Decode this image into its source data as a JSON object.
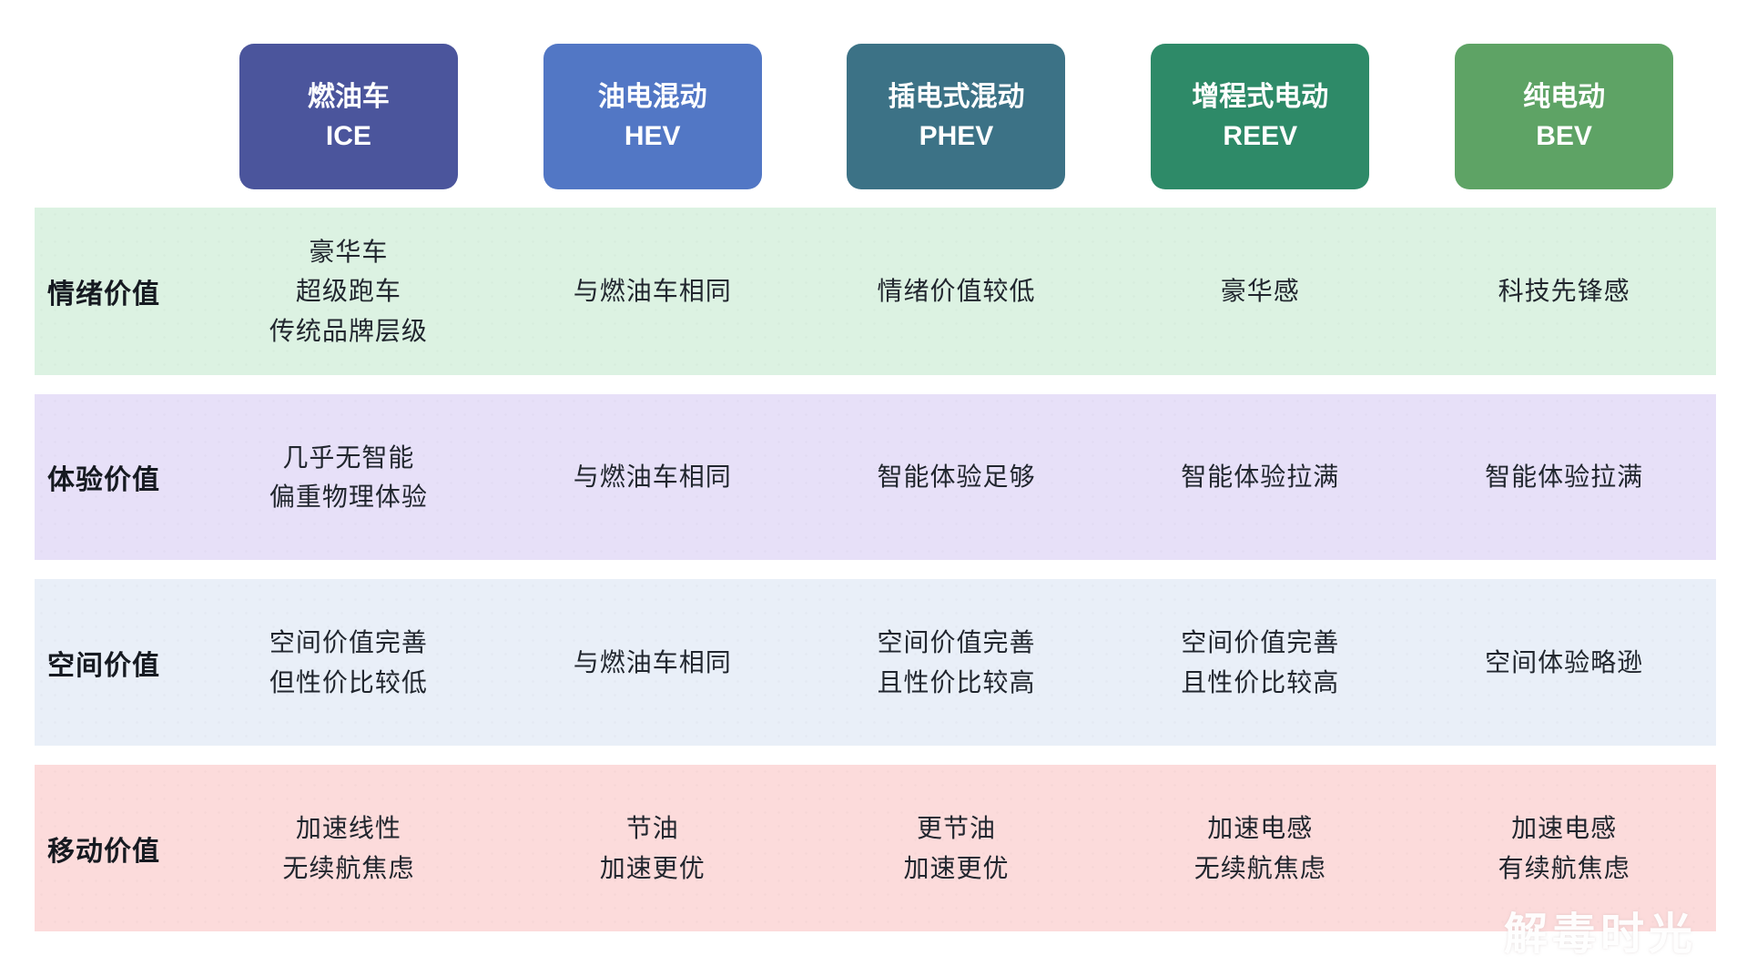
{
  "watermark": "解毒时光",
  "columns": [
    {
      "name": "燃油车",
      "code": "ICE",
      "color": "#4b559c"
    },
    {
      "name": "油电混动",
      "code": "HEV",
      "color": "#5277c5"
    },
    {
      "name": "插电式混动",
      "code": "PHEV",
      "color": "#3c7286"
    },
    {
      "name": "增程式电动",
      "code": "REEV",
      "color": "#2e8a68"
    },
    {
      "name": "纯电动",
      "code": "BEV",
      "color": "#5ea365"
    }
  ],
  "rows": [
    {
      "label": "情绪价值",
      "bg": "#dcf2e2",
      "cells": [
        [
          "豪华车",
          "超级跑车",
          "传统品牌层级"
        ],
        [
          "与燃油车相同"
        ],
        [
          "情绪价值较低"
        ],
        [
          "豪华感"
        ],
        [
          "科技先锋感"
        ]
      ]
    },
    {
      "label": "体验价值",
      "bg": "#e7e0f8",
      "cells": [
        [
          "几乎无智能",
          "偏重物理体验"
        ],
        [
          "与燃油车相同"
        ],
        [
          "智能体验足够"
        ],
        [
          "智能体验拉满"
        ],
        [
          "智能体验拉满"
        ]
      ]
    },
    {
      "label": "空间价值",
      "bg": "#e9eff8",
      "cells": [
        [
          "空间价值完善",
          "但性价比较低"
        ],
        [
          "与燃油车相同"
        ],
        [
          "空间价值完善",
          "且性价比较高"
        ],
        [
          "空间价值完善",
          "且性价比较高"
        ],
        [
          "空间体验略逊"
        ]
      ]
    },
    {
      "label": "移动价值",
      "bg": "#fcdbdb",
      "cells": [
        [
          "加速线性",
          "无续航焦虑"
        ],
        [
          "节油",
          "加速更优"
        ],
        [
          "更节油",
          "加速更优"
        ],
        [
          "加速电感",
          "无续航焦虑"
        ],
        [
          "加速电感",
          "有续航焦虑"
        ]
      ]
    }
  ]
}
